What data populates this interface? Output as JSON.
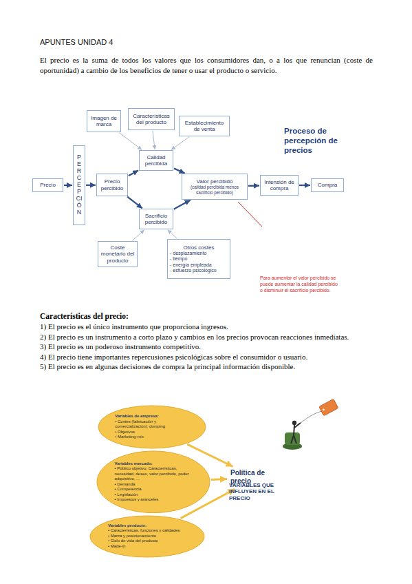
{
  "diagram": {
    "title": "APUNTES UNIDAD 4",
    "nodes": [
      {
        "text": [
          "Imagen de marca"
        ]
      },
      {
        "text": [
          "Características del producto"
        ]
      },
      {
        "text": [
          "Establecimiento de venta"
        ]
      },
      {
        "text": [
          "Calidad percibida"
        ]
      },
      {
        "text": [
          "Precio"
        ]
      },
      {
        "text": [
          "PERCEPCIÓN"
        ]
      },
      {
        "text": [
          "Precio percibido"
        ]
      },
      {
        "text": [
          "Valor percibido",
          "(calidad percibida menos sacrificio percibido)"
        ]
      },
      {
        "text": [
          "Intensión de compra"
        ]
      },
      {
        "text": [
          "Compra"
        ]
      },
      {
        "text": [
          "Sacrificio percibido"
        ]
      },
      {
        "text": [
          "Coste monetario del producto"
        ]
      },
      {
        "text": [
          "Otros costes",
          "- desplazamiento",
          "- tiempo",
          "- energía empleada",
          "- esfuerzo psicológico"
        ]
      },
      {
        "text": [
          "Variables de empresa:",
          "• Costes (fabricación y comercialización); dumping",
          "• Objetivos",
          "• Marketing-mix"
        ]
      },
      {
        "text": [
          "Variables mercado:",
          "• Público objetivo: Características, necesidad, deseo, valor percibido, poder adquisitivo, ...",
          "• Demanda",
          "• Competencia",
          "• Legislación",
          "• Impuestos y aranceles"
        ]
      },
      {
        "text": [
          "Variables producto:",
          "• Características, funciones y calidades",
          "• Marca y posicionamiento",
          "• Ciclo de vida del producto",
          "• Made-in"
        ]
      },
      {
        "text": [
          "Política de precio"
        ]
      }
    ],
    "edges": [
      {
        "from": 0,
        "to": 3,
        "arrow": "to"
      },
      {
        "from": 1,
        "to": 3,
        "arrow": "to"
      },
      {
        "from": 2,
        "to": 3,
        "arrow": "to"
      },
      {
        "from": 4,
        "to": 5,
        "arrow": "to"
      },
      {
        "from": 5,
        "to": 6,
        "arrow": "to"
      },
      {
        "from": 6,
        "to": 3,
        "arrow": "to"
      },
      {
        "from": 6,
        "to": 10,
        "arrow": "to"
      },
      {
        "from": 3,
        "to": 7,
        "arrow": "to"
      },
      {
        "from": 10,
        "to": 7,
        "arrow": "to"
      },
      {
        "from": 7,
        "to": 8,
        "arrow": "to"
      },
      {
        "from": 8,
        "to": 9,
        "arrow": "to"
      },
      {
        "from": 11,
        "to": 10,
        "arrow": "to"
      },
      {
        "from": 12,
        "to": 10,
        "arrow": "to"
      },
      {
        "from": 13,
        "to": 16,
        "arrow": "to"
      },
      {
        "from": 14,
        "to": 16,
        "arrow": "to"
      },
      {
        "from": 15,
        "to": 16,
        "arrow": "to"
      }
    ],
    "labels": [
      "El precio es la suma de todos los valores que los consumidores dan, o a los que renuncian (coste de oportunidad) a cambio de los beneficios de tener o usar el producto o servicio.",
      "Proceso de percepción de precios",
      "Para aumentar el valor percibido se puede aumentar la calidad percibido o disminuir el sacrificio percibido.",
      "Características del precio:",
      "1) El precio es el único instrumento que proporciona ingresos.",
      "2) El precio es un instrumento a corto plazo y cambios en los precios provocan reacciones inmediatas.",
      "3) El precio es un poderoso instrumento competitivo.",
      "4) El precio tiene importantes repercusiones psicológicas sobre el consumidor o usuario.",
      "5) El precio es en algunas decisiones de compra la principal información disponible.",
      "VARIABLES QUE INFLUYEN EN EL PRECIO"
    ]
  }
}
